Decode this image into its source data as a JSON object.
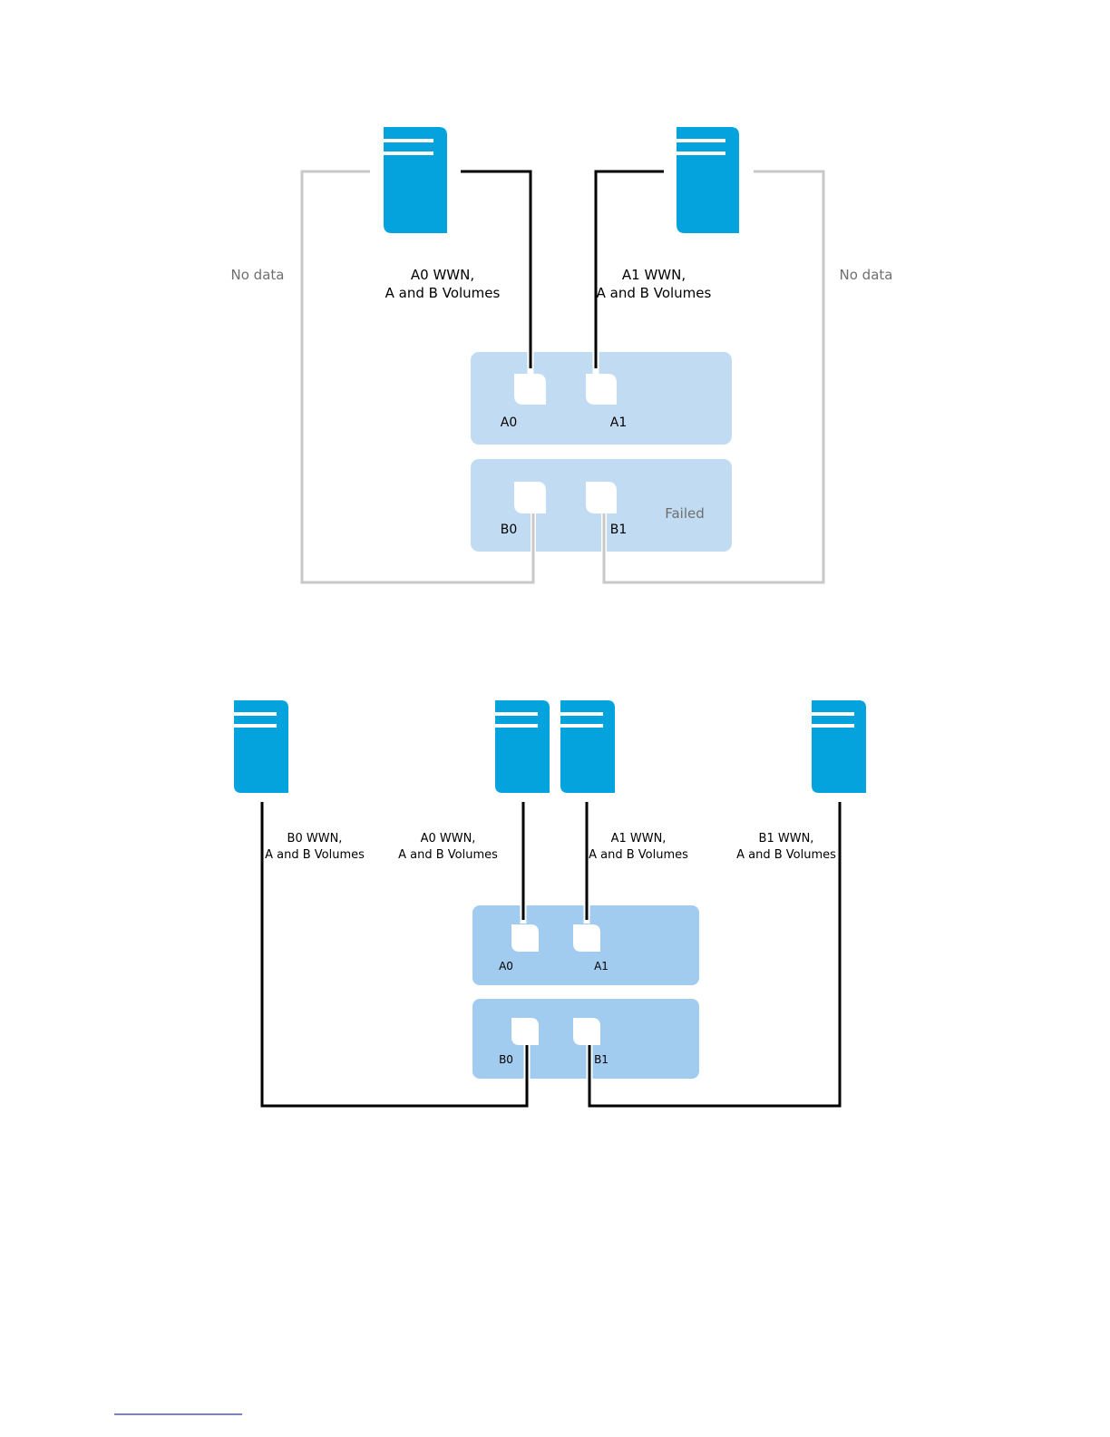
{
  "colors": {
    "server": "#05a3dd",
    "controller_top": "#c1dcf2",
    "controller_bottom": "#a2ccef",
    "active_link": "#000000",
    "inactive_link": "#c8c8c8",
    "muted_text": "#6f6f6f",
    "footnote_rule": "#2a3b9a"
  },
  "diagram1": {
    "label_no_data_left": "No data",
    "label_no_data_right": "No data",
    "label_a0_line1": "A0 WWN,",
    "label_a0_line2": "A and B Volumes",
    "label_a1_line1": "A1 WWN,",
    "label_a1_line2": "A and B Volumes",
    "port_a0": "A0",
    "port_a1": "A1",
    "port_b0": "B0",
    "port_b1": "B1",
    "status_failed": "Failed"
  },
  "diagram2": {
    "label_b0_line1": "B0 WWN,",
    "label_b0_line2": "A and B Volumes",
    "label_a0_line1": "A0 WWN,",
    "label_a0_line2": "A and B Volumes",
    "label_a1_line1": "A1 WWN,",
    "label_a1_line2": "A and B Volumes",
    "label_b1_line1": "B1 WWN,",
    "label_b1_line2": "A and B Volumes",
    "port_a0": "A0",
    "port_a1": "A1",
    "port_b0": "B0",
    "port_b1": "B1"
  }
}
